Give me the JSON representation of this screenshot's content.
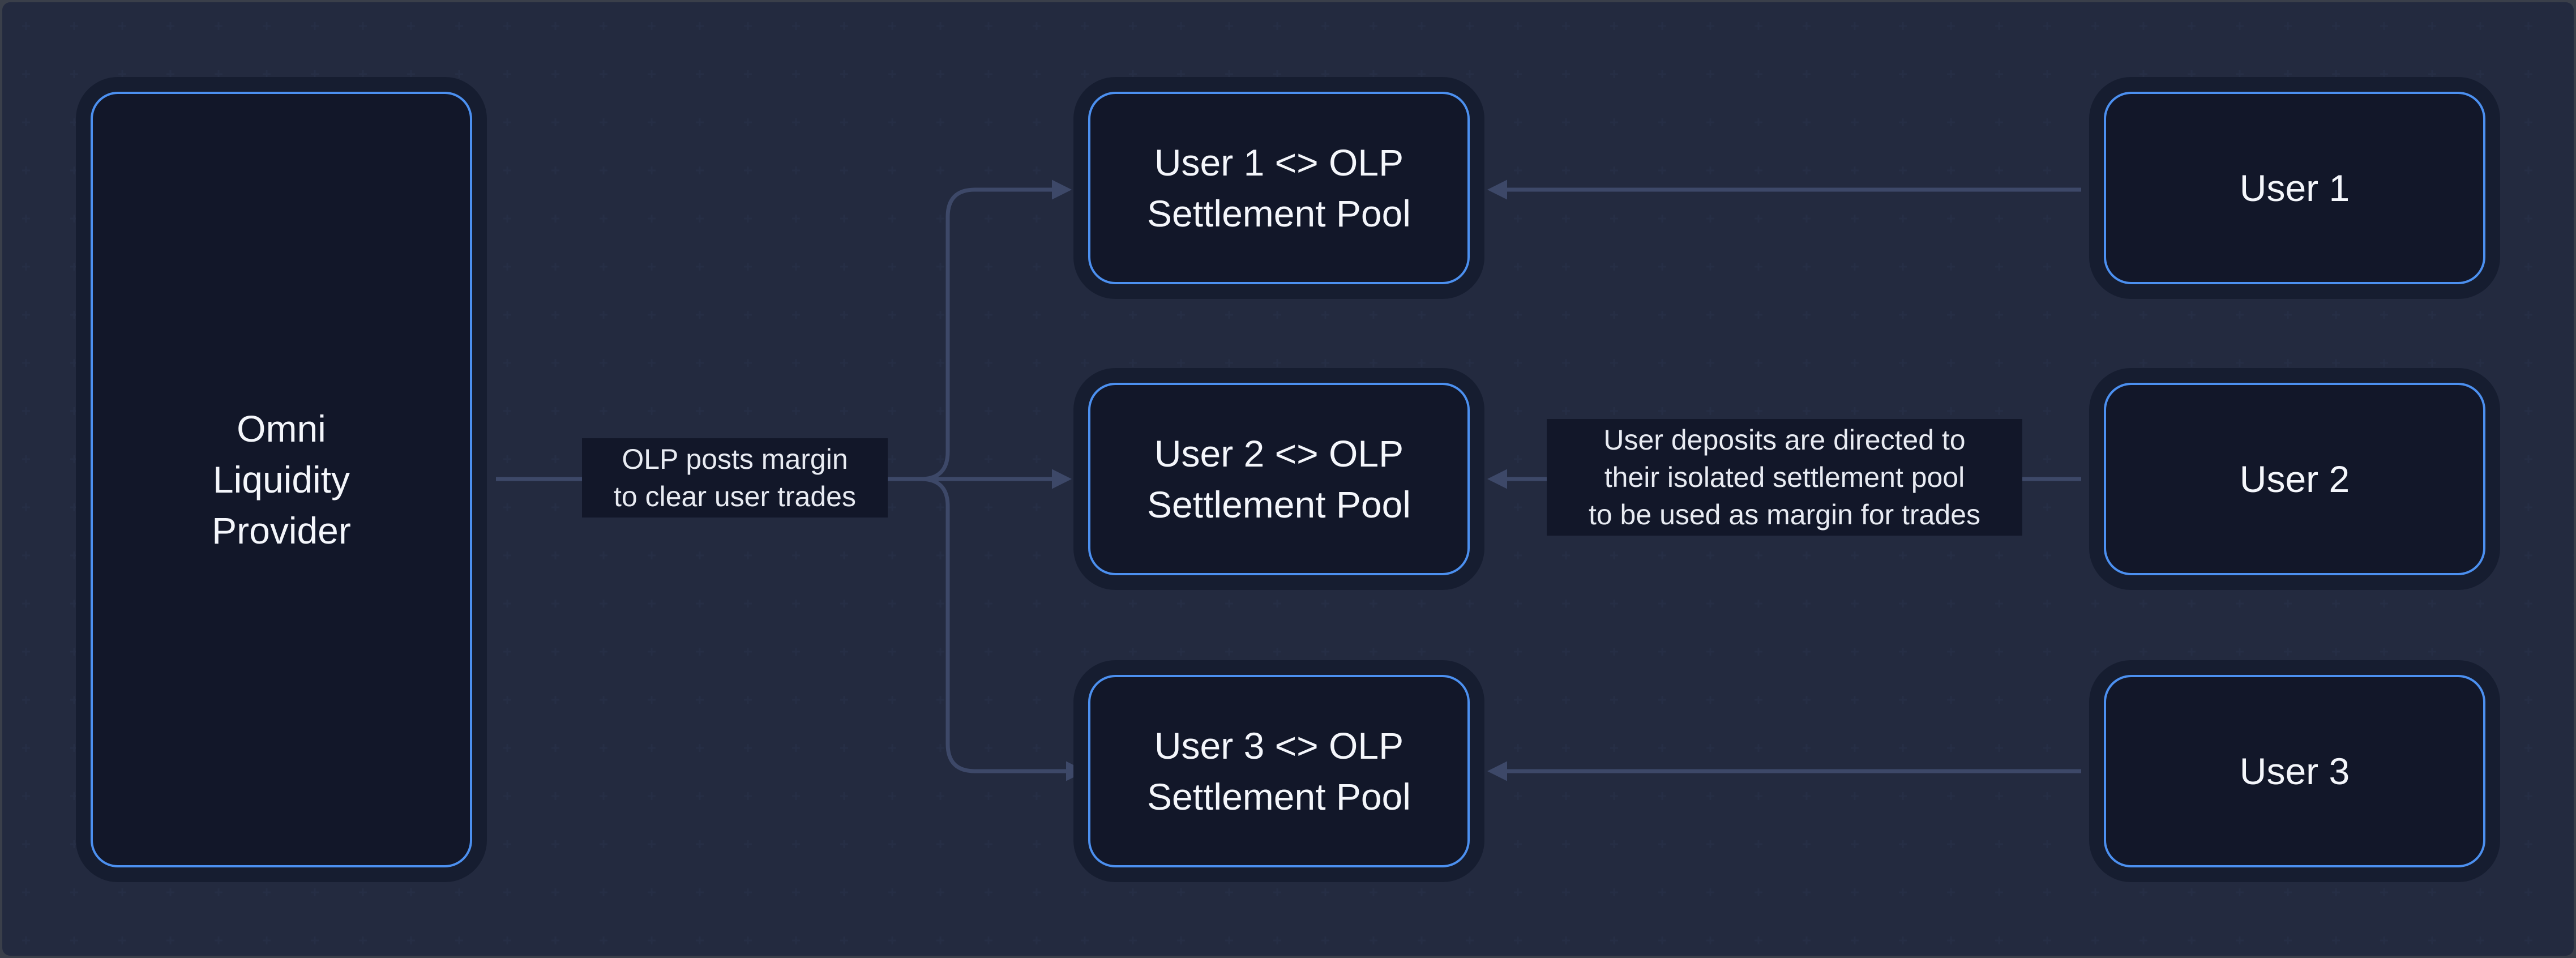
{
  "diagram": {
    "colors": {
      "background": "#121729",
      "node_border": "#4c90f0",
      "edge": "#3d4868",
      "text": "#f4f6fb"
    },
    "nodes": {
      "olp": {
        "label": "Omni\nLiquidity\nProvider"
      },
      "pool_1": {
        "label": "User 1 <> OLP\nSettlement Pool"
      },
      "pool_2": {
        "label": "User 2 <> OLP\nSettlement Pool"
      },
      "pool_3": {
        "label": "User 3 <> OLP\nSettlement Pool"
      },
      "user_1": {
        "label": "User 1"
      },
      "user_2": {
        "label": "User 2"
      },
      "user_3": {
        "label": "User 3"
      }
    },
    "edge_labels": {
      "olp_margin": "OLP posts margin\nto clear user trades",
      "user_deposits": "User deposits are directed to\ntheir isolated settlement pool\nto be used as margin for trades"
    }
  }
}
